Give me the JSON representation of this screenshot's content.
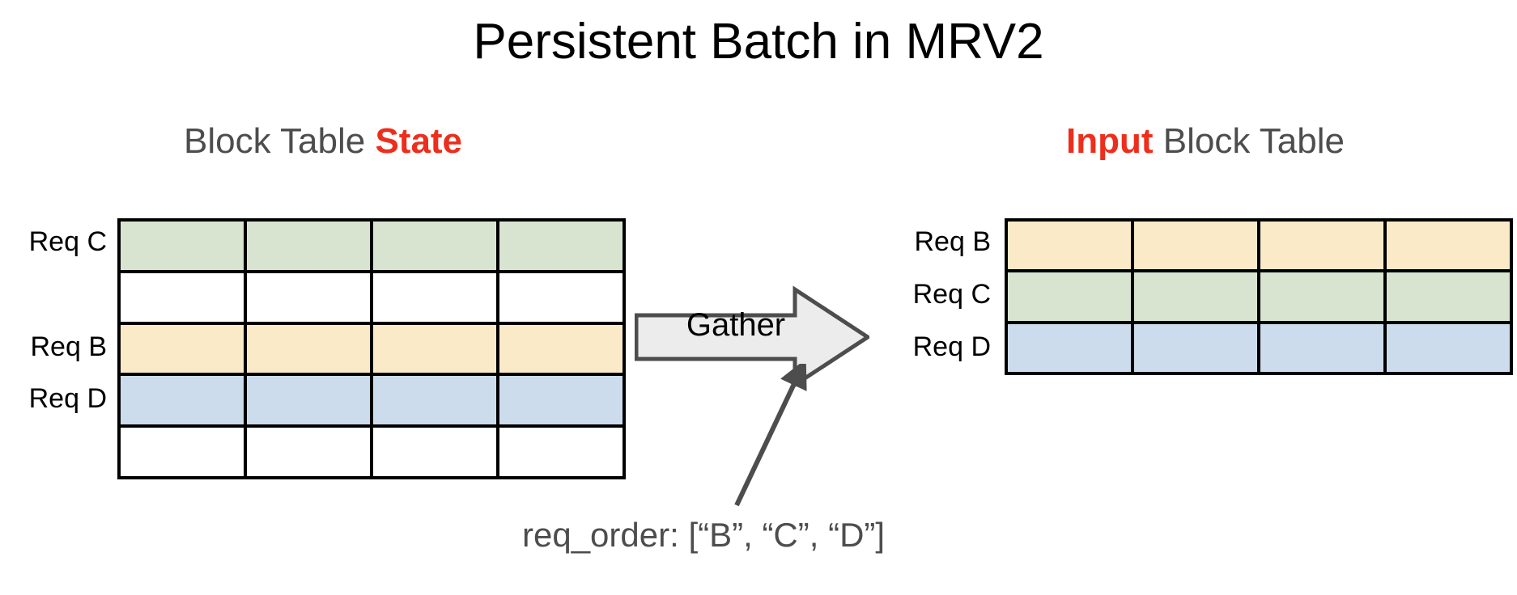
{
  "title": "Persistent Batch in MRV2",
  "colors": {
    "accent_red": "#ed2e1c",
    "heading_gray": "#4d4d4d",
    "caption_gray": "#4d4d4d",
    "cell_green": "#d8e4d0",
    "cell_yellow": "#fbeac8",
    "cell_blue": "#ccdcec",
    "cell_empty": "#ffffff",
    "grid_line": "#000000",
    "arrow_fill": "#ececec",
    "arrow_stroke": "#4d4d4d"
  },
  "left_panel": {
    "heading_prefix": "Block Table ",
    "heading_accent": "State",
    "columns": 4,
    "rows": [
      {
        "label": "Req C",
        "color": "green"
      },
      {
        "label": "",
        "color": "white"
      },
      {
        "label": "Req B",
        "color": "yellow"
      },
      {
        "label": "Req D",
        "color": "blue"
      },
      {
        "label": "",
        "color": "white"
      }
    ]
  },
  "right_panel": {
    "heading_accent": "Input",
    "heading_suffix": " Block Table",
    "columns": 4,
    "rows": [
      {
        "label": "Req B",
        "color": "yellow"
      },
      {
        "label": "Req C",
        "color": "green"
      },
      {
        "label": "Req D",
        "color": "blue"
      }
    ]
  },
  "operation": {
    "label": "Gather",
    "icon": "right-arrow-shape"
  },
  "caption": {
    "text": "req_order: [“B”, “C”, “D”]"
  }
}
